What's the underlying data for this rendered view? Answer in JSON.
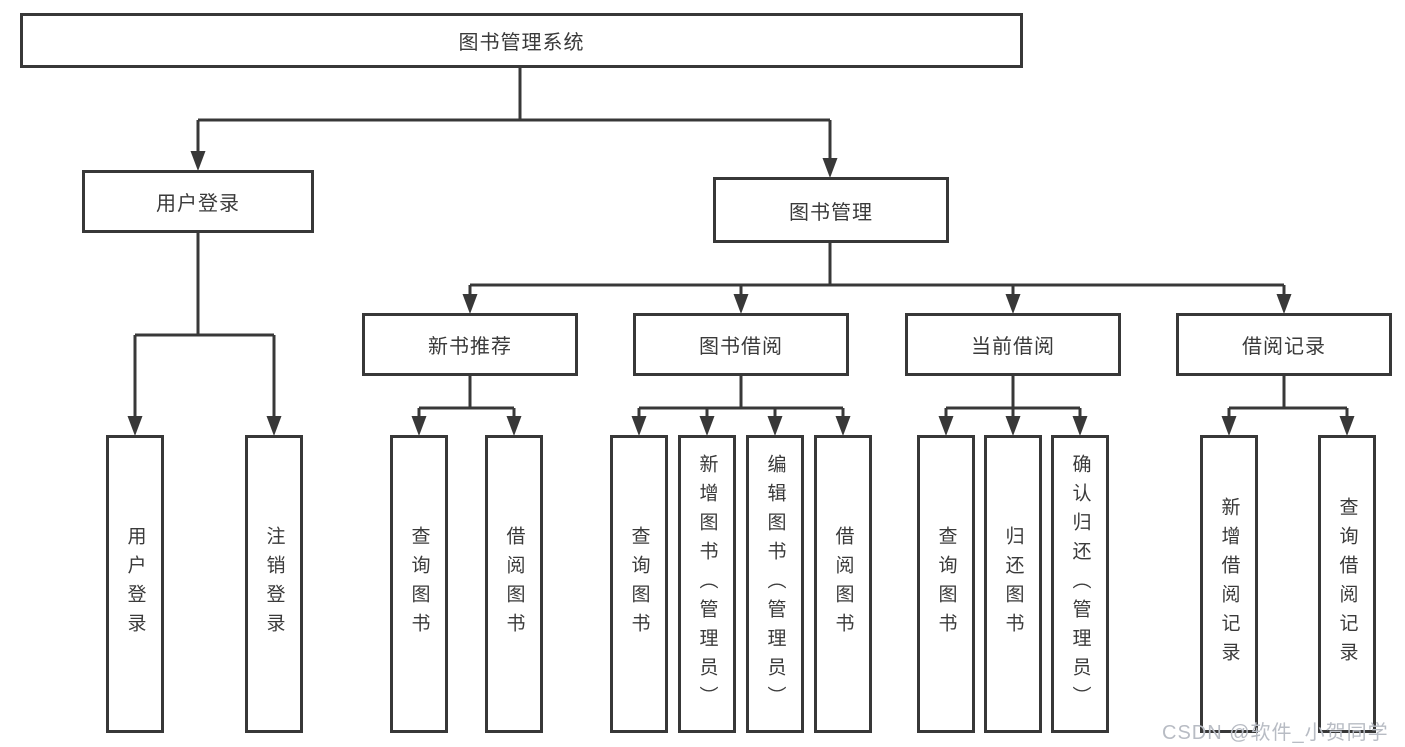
{
  "diagram": {
    "title": "图书管理系统",
    "branches": [
      {
        "label": "用户登录",
        "children": [
          {
            "label": "用户登录"
          },
          {
            "label": "注销登录"
          }
        ]
      },
      {
        "label": "图书管理",
        "sections": [
          {
            "label": "新书推荐",
            "children": [
              {
                "label": "查询图书"
              },
              {
                "label": "借阅图书"
              }
            ]
          },
          {
            "label": "图书借阅",
            "children": [
              {
                "label": "查询图书"
              },
              {
                "label": "新增图书（管理员）"
              },
              {
                "label": "编辑图书（管理员）"
              },
              {
                "label": "借阅图书"
              }
            ]
          },
          {
            "label": "当前借阅",
            "children": [
              {
                "label": "查询图书"
              },
              {
                "label": "归还图书"
              },
              {
                "label": "确认归还（管理员）"
              }
            ]
          },
          {
            "label": "借阅记录",
            "children": [
              {
                "label": "新增借阅记录"
              },
              {
                "label": "查询借阅记录"
              }
            ]
          }
        ]
      }
    ]
  },
  "watermark": "CSDN @软件_小贺同学",
  "colors": {
    "line": "#383838",
    "text": "#3a3a3a",
    "watermark": "#b8bcc4"
  }
}
